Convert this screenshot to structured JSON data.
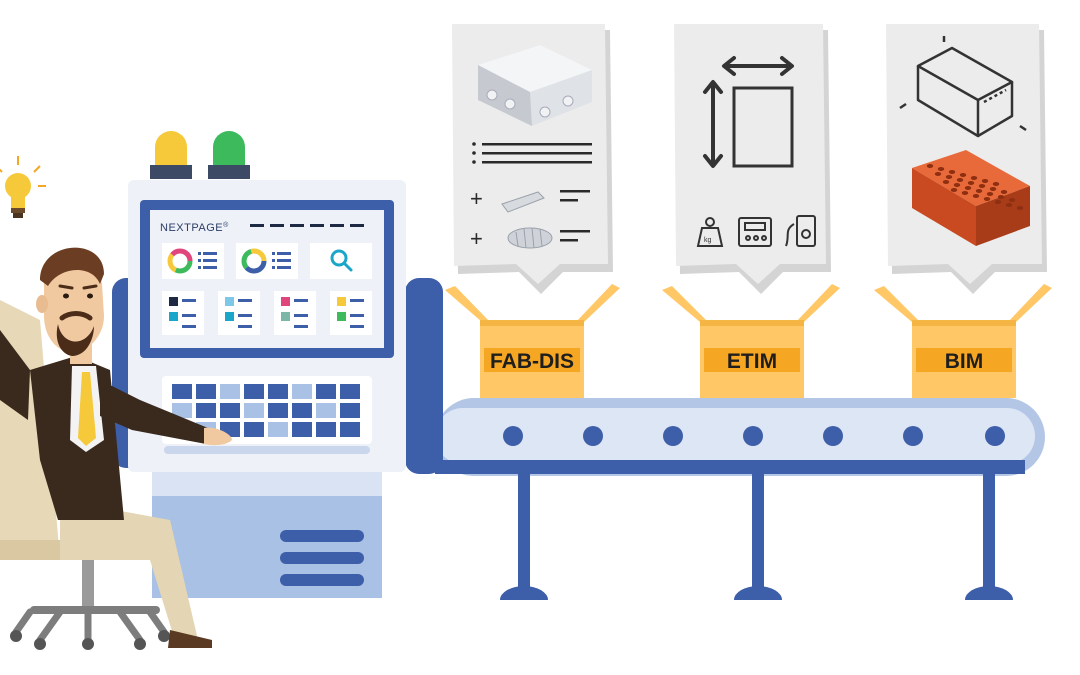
{
  "machine": {
    "brand": "NEXTPAGE",
    "brand_mark": "®"
  },
  "boxes": [
    {
      "label": "FAB-DIS"
    },
    {
      "label": "ETIM"
    },
    {
      "label": "BIM"
    }
  ],
  "icons": {
    "lamps": [
      "yellow-signal-lamp",
      "green-signal-lamp"
    ],
    "idea": "lightbulb-icon",
    "search": "search-icon",
    "weight": "weight-icon",
    "gauge": "meter-icon",
    "tool": "multimeter-icon"
  },
  "colors": {
    "machine_blue": "#3d5ea8",
    "machine_light": "#eef1f8",
    "belt": "#c9d6ec",
    "box": "#ffc766",
    "box_band": "#f5a623",
    "card": "#ededed",
    "yellow_lamp": "#f6c93a",
    "green_lamp": "#3dbb5c"
  }
}
